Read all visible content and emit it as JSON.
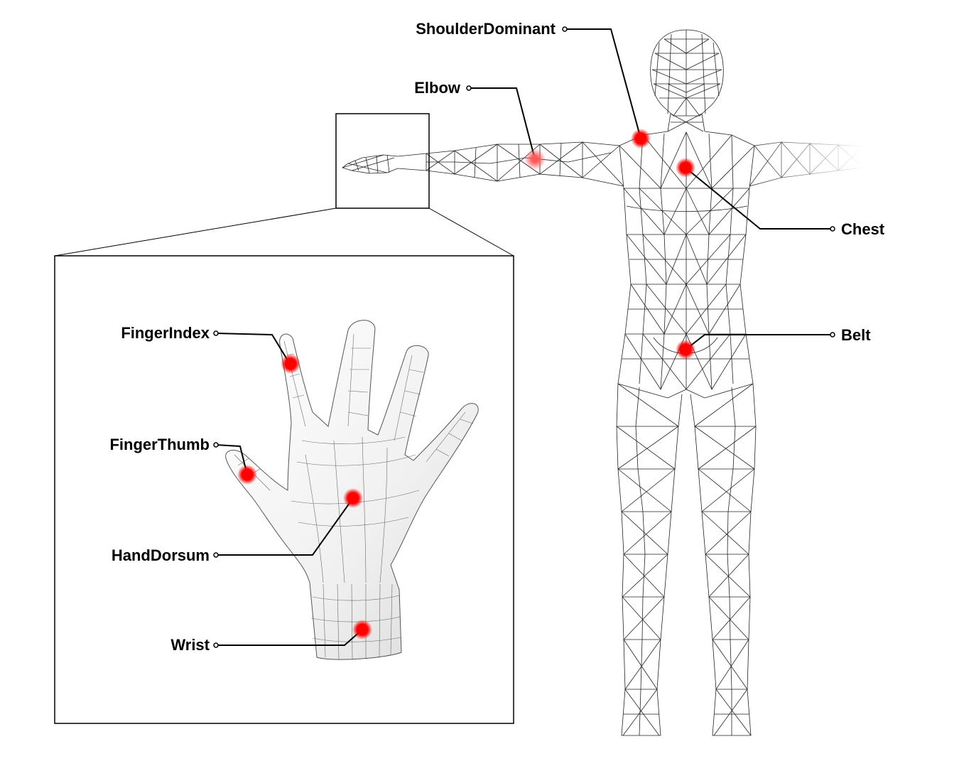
{
  "figure": {
    "labels": {
      "shoulder": "ShoulderDominant",
      "elbow": "Elbow",
      "chest": "Chest",
      "belt": "Belt",
      "finger_index": "FingerIndex",
      "finger_thumb": "FingerThumb",
      "hand_dorsum": "HandDorsum",
      "wrist": "Wrist"
    },
    "colors": {
      "marker": "#ff0000",
      "marker_faded": "#ff6b6b",
      "line": "#000000",
      "mesh": "#222222",
      "hand_fill": "#f2f2f2"
    }
  }
}
